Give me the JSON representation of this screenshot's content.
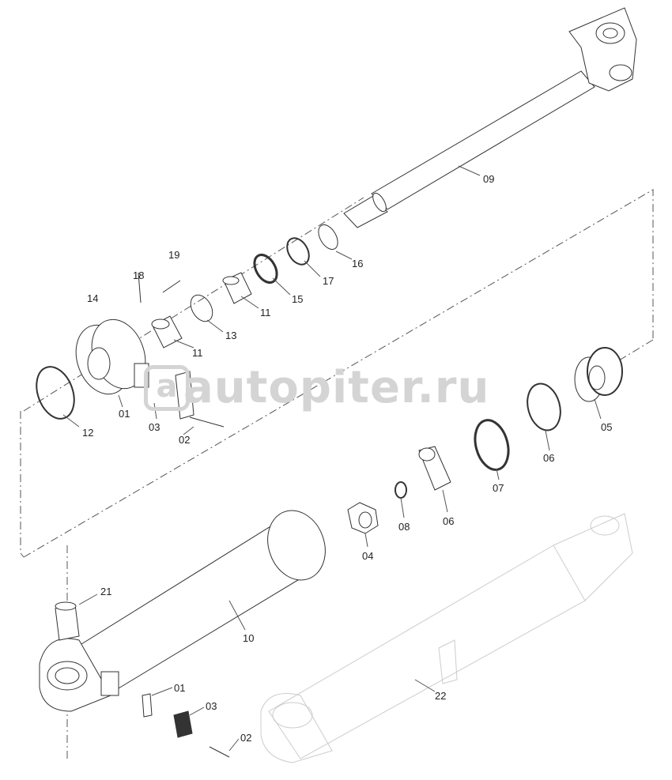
{
  "watermark": {
    "logo": "a",
    "text": "autopiter.ru"
  },
  "labels": [
    {
      "id": "09",
      "text": "09"
    },
    {
      "id": "16",
      "text": "16"
    },
    {
      "id": "17",
      "text": "17"
    },
    {
      "id": "15",
      "text": "15"
    },
    {
      "id": "11a",
      "text": "11"
    },
    {
      "id": "19",
      "text": "19"
    },
    {
      "id": "18",
      "text": "18"
    },
    {
      "id": "14",
      "text": "14"
    },
    {
      "id": "13",
      "text": "13"
    },
    {
      "id": "11b",
      "text": "11"
    },
    {
      "id": "12",
      "text": "12"
    },
    {
      "id": "01a",
      "text": "01"
    },
    {
      "id": "03a",
      "text": "03"
    },
    {
      "id": "02a",
      "text": "02"
    },
    {
      "id": "05",
      "text": "05"
    },
    {
      "id": "06a",
      "text": "06"
    },
    {
      "id": "07",
      "text": "07"
    },
    {
      "id": "06b",
      "text": "06"
    },
    {
      "id": "08",
      "text": "08"
    },
    {
      "id": "04",
      "text": "04"
    },
    {
      "id": "21",
      "text": "21"
    },
    {
      "id": "10",
      "text": "10"
    },
    {
      "id": "22",
      "text": "22"
    },
    {
      "id": "01b",
      "text": "01"
    },
    {
      "id": "03b",
      "text": "03"
    },
    {
      "id": "02b",
      "text": "02"
    }
  ]
}
